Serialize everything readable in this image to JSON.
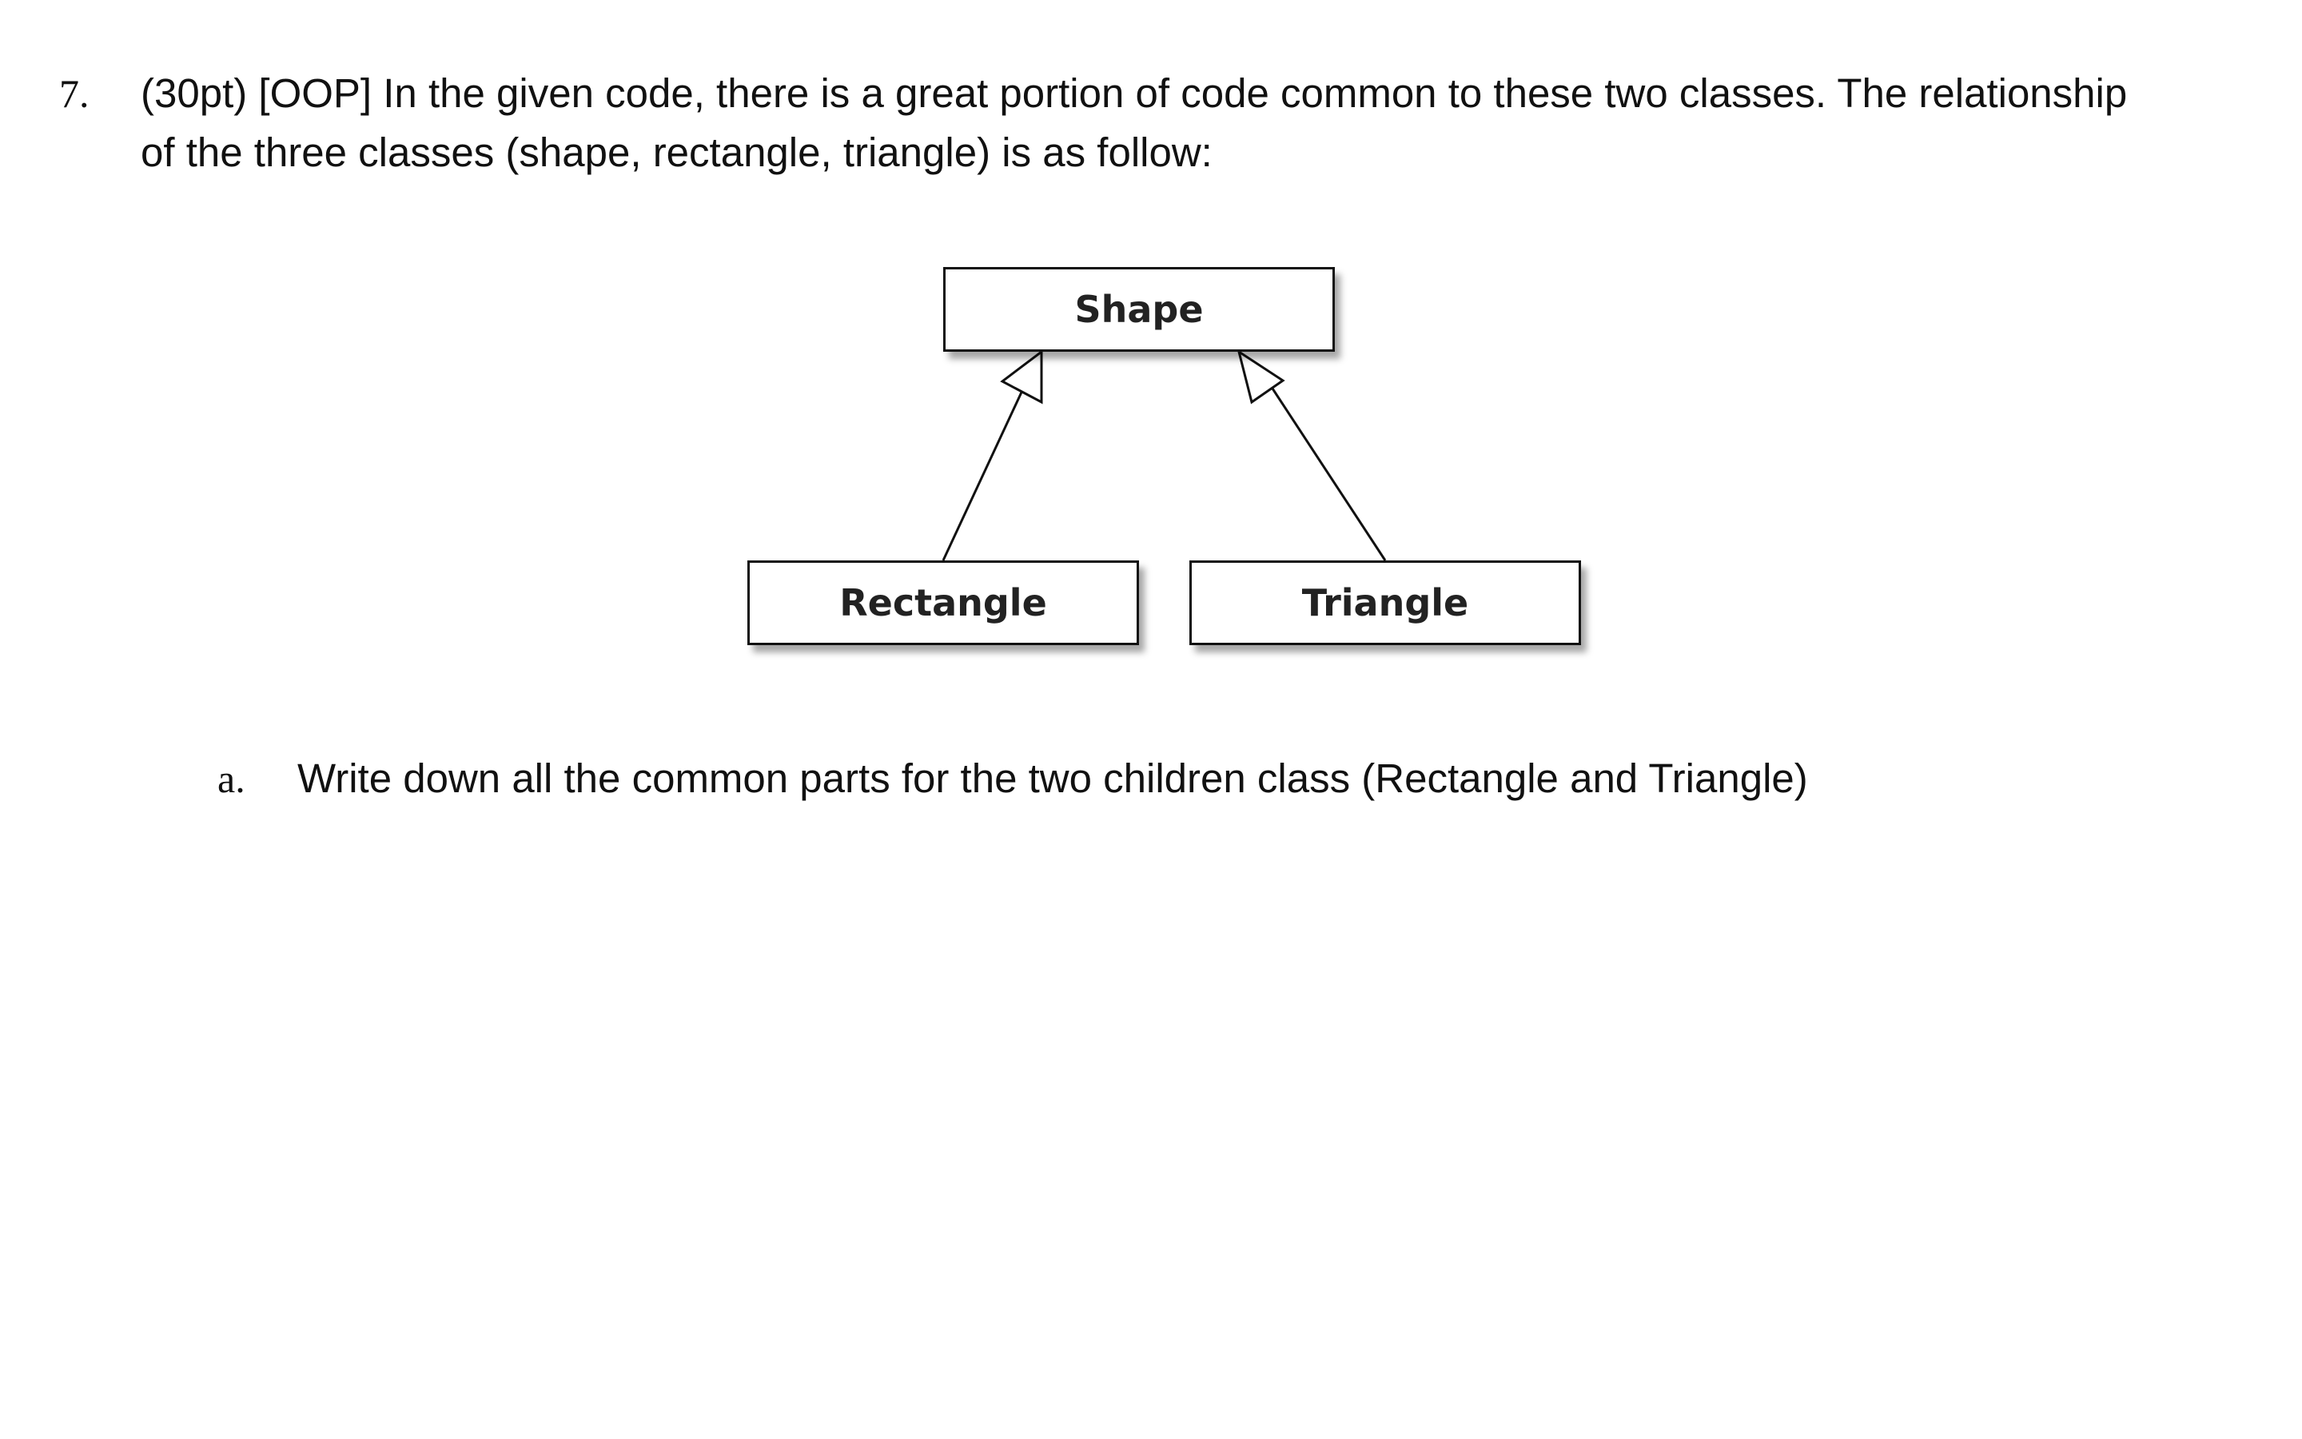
{
  "question": {
    "number": "7.",
    "text_lines": [
      "(30pt) [OOP] In the given code, there is a great portion of code common to these two classes. The relationship",
      "of the three classes (shape, rectangle, triangle) is as follow:"
    ]
  },
  "diagram": {
    "parent": "Shape",
    "children": [
      "Rectangle",
      "Triangle"
    ],
    "relationship": "inheritance"
  },
  "sub_question": {
    "label": "a.",
    "text": "Write down all the common parts for the two children class (Rectangle and Triangle)"
  }
}
